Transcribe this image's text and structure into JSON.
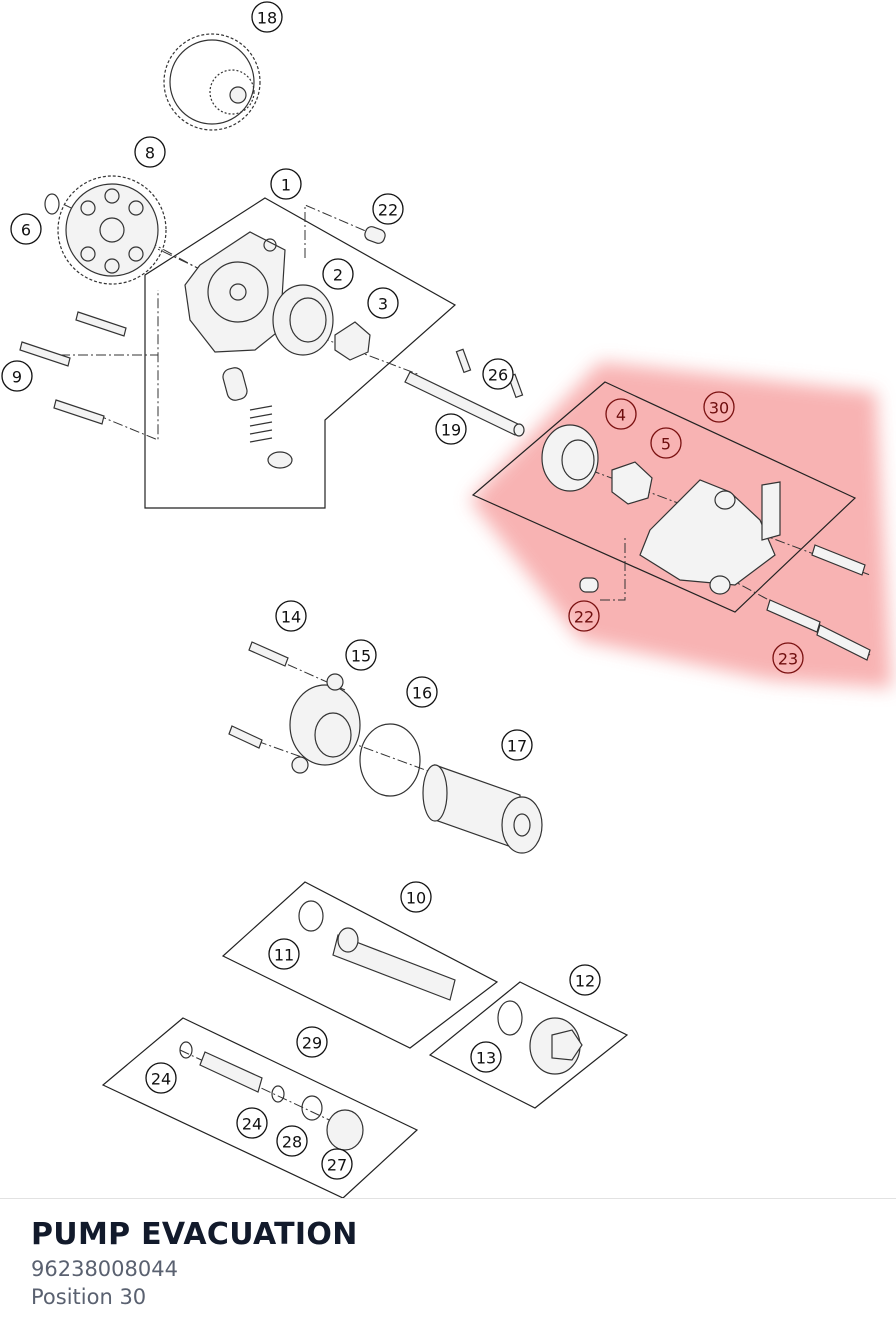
{
  "diagram": {
    "highlight_color": "#f7a6a6",
    "callouts": [
      {
        "label": "18",
        "highlighted": false
      },
      {
        "label": "8",
        "highlighted": false
      },
      {
        "label": "1",
        "highlighted": false
      },
      {
        "label": "22",
        "highlighted": false
      },
      {
        "label": "6",
        "highlighted": false
      },
      {
        "label": "2",
        "highlighted": false
      },
      {
        "label": "3",
        "highlighted": false
      },
      {
        "label": "9",
        "highlighted": false
      },
      {
        "label": "26",
        "highlighted": false
      },
      {
        "label": "19",
        "highlighted": false
      },
      {
        "label": "4",
        "highlighted": true
      },
      {
        "label": "30",
        "highlighted": true
      },
      {
        "label": "5",
        "highlighted": true
      },
      {
        "label": "22",
        "highlighted": true
      },
      {
        "label": "23",
        "highlighted": true
      },
      {
        "label": "14",
        "highlighted": false
      },
      {
        "label": "15",
        "highlighted": false
      },
      {
        "label": "16",
        "highlighted": false
      },
      {
        "label": "17",
        "highlighted": false
      },
      {
        "label": "10",
        "highlighted": false
      },
      {
        "label": "11",
        "highlighted": false
      },
      {
        "label": "12",
        "highlighted": false
      },
      {
        "label": "13",
        "highlighted": false
      },
      {
        "label": "29",
        "highlighted": false
      },
      {
        "label": "24",
        "highlighted": false
      },
      {
        "label": "24",
        "highlighted": false
      },
      {
        "label": "28",
        "highlighted": false
      },
      {
        "label": "27",
        "highlighted": false
      }
    ]
  },
  "part": {
    "title": "PUMP EVACUATION",
    "number": "96238008044",
    "position": "Position 30"
  }
}
